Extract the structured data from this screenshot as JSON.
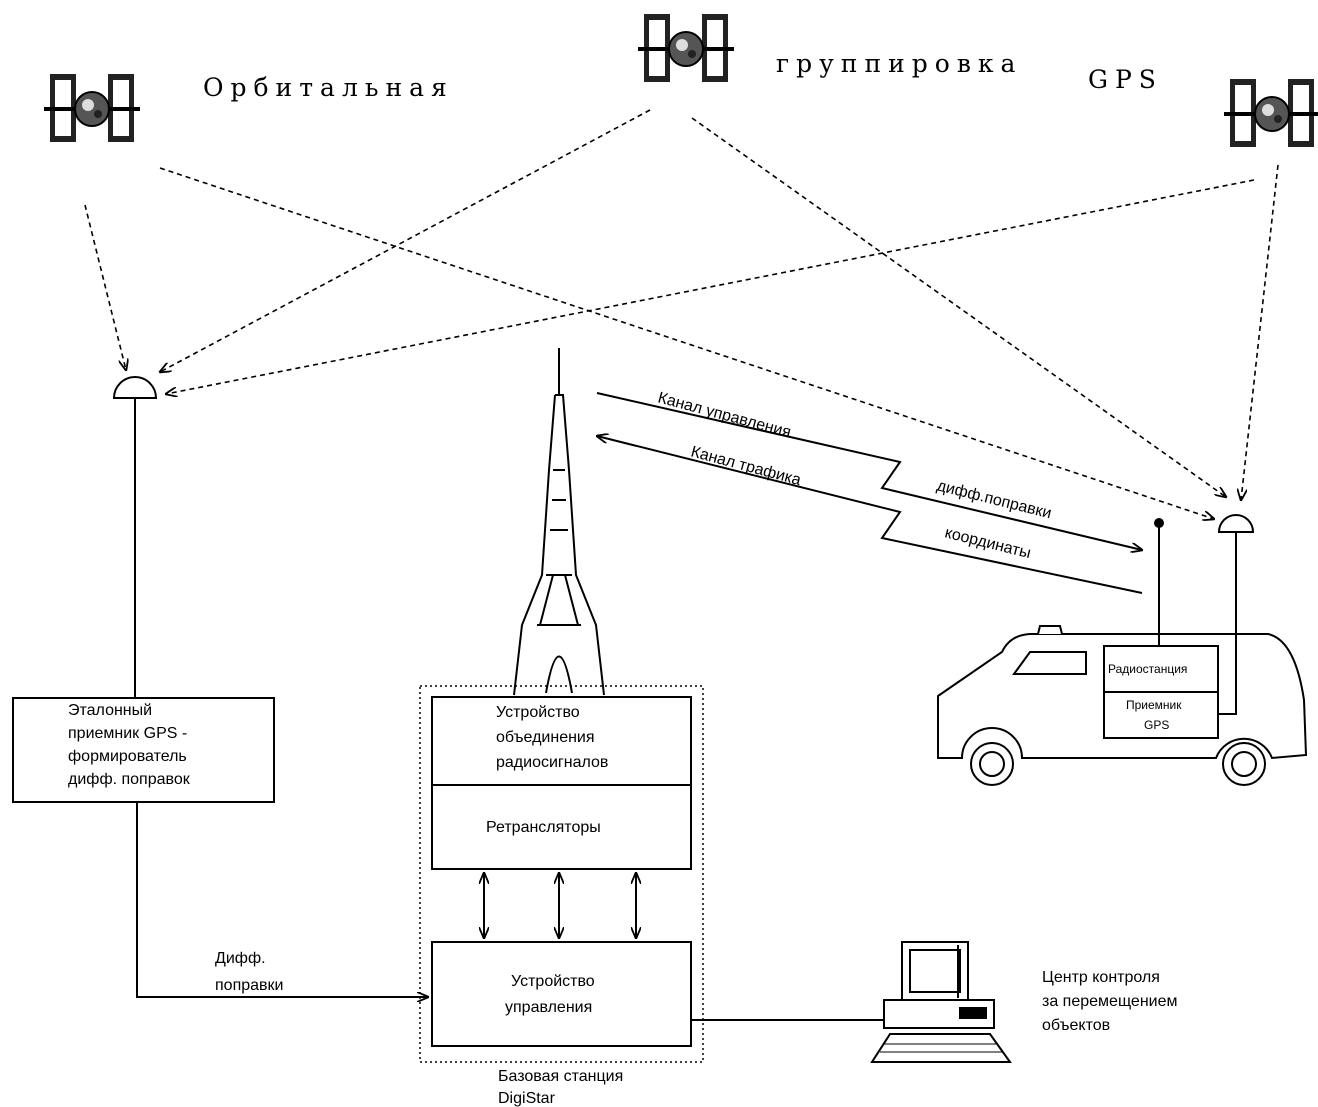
{
  "header": {
    "orbital_word1": "Орбитальная",
    "orbital_word2": "группировка",
    "orbital_word3": "GPS"
  },
  "reference_receiver": {
    "lines": [
      "Эталонный",
      "приемник GPS -",
      "формирователь",
      "дифф. поправок"
    ]
  },
  "base_station": {
    "unit_combiner": [
      "Устройство",
      "объединения",
      "радиосигналов"
    ],
    "unit_repeaters": "Ретрансляторы",
    "unit_control": [
      "Устройство",
      "управления"
    ],
    "caption": [
      "Базовая станция",
      "DigiStar"
    ]
  },
  "diff_link": [
    "Дифф.",
    "поправки"
  ],
  "channels": {
    "control": "Канал управления",
    "traffic": "Канал трафика",
    "diff": "дифф.поправки",
    "coords": "координаты"
  },
  "vehicle": {
    "radio": "Радиостанция",
    "receiver": [
      "Приемник",
      "GPS"
    ]
  },
  "control_center": {
    "lines": [
      "Центр контроля",
      "за перемещением",
      "объектов"
    ]
  }
}
